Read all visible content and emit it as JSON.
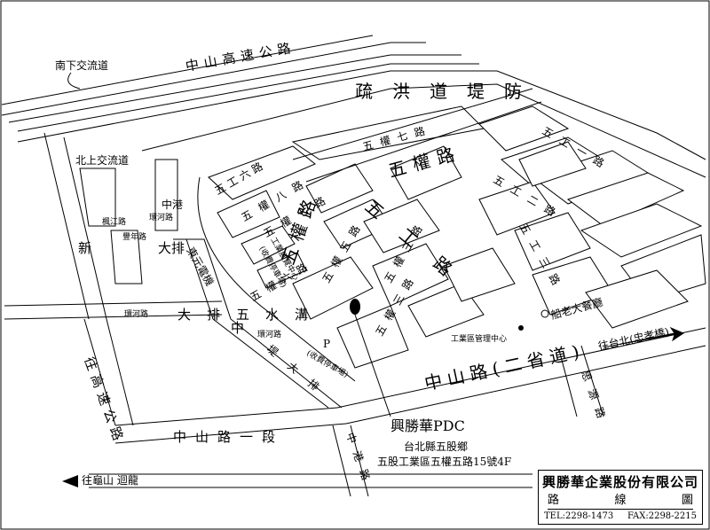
{
  "roads": {
    "south_exit": "南下交流道",
    "zhongshan_freeway": "中山高速公路",
    "shuhong_levee": "疏洪道堤防",
    "north_exit": "北上交流道",
    "wuquan_7": "五權七路",
    "wuquan": "五權路",
    "wugong_1": "五工一路",
    "wugong_6": "五工六路",
    "wuquan_8": "五權八路",
    "wuquan_7b": "五權七路",
    "wugong_2": "五工二路",
    "wugong": "五工路",
    "wugong_3": "五工三路",
    "zhonggang": "中港",
    "huanhe": "環河路",
    "fengjiang": "楓江路",
    "fengnian": "豐年路",
    "xin": "新",
    "dapai_v": "大排",
    "wuquan_big": "五權路",
    "wuquan_6": "五權六路",
    "wuquan_5": "五權五路",
    "wuquan_3": "五權三路",
    "wuquan_3b": "五權三路",
    "wugong_5": "五工五路",
    "wugong_6b": "五工六路",
    "zhongshan_sheng": "中山路(二省道)",
    "to_taipei": "往台北(忠孝橋)",
    "siyuan": "思源路",
    "dapai_wushui": "大排五水溝",
    "huanhe2": "環河路",
    "zhong": "中",
    "to_highway": "往高速公路",
    "zhongshan_1": "中山路一段",
    "zhonggang_road": "中港路",
    "to_guishan": "往龜山 迴龍",
    "huanhe3": "環河路",
    "dapai2": "堤大排"
  },
  "landmarks": {
    "dongyuan": "東元電機",
    "parking1": "(收費停車場)",
    "exhibit": "工業展覽中心",
    "parking2": "(收費停車場)",
    "p_sign": "P",
    "mgmt": "工業區管理中心",
    "restaurant": "船老大餐廳"
  },
  "target": {
    "name": "興勝華PDC",
    "addr1": "台北縣五股鄉",
    "addr2": "五股工業區五權五路15號4F"
  },
  "titlebox": {
    "company": "興勝華企業股份有限公司",
    "subtitle_a": "路",
    "subtitle_b": "線",
    "subtitle_c": "圖",
    "tel": "TEL:2298-1473",
    "fax": "FAX:2298-2215"
  }
}
